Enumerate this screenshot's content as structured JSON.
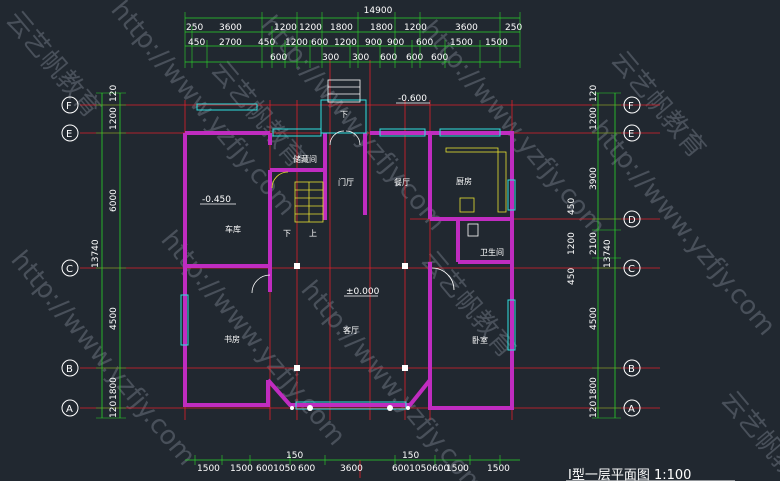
{
  "dims": {
    "total": "14900",
    "top1": [
      "250",
      "3600",
      "1200",
      "1200",
      "1800",
      "1800",
      "1200",
      "3600",
      "250"
    ],
    "top2": [
      "450",
      "2700",
      "450",
      "1200",
      "600",
      "1200",
      "900",
      "900",
      "600",
      "1500",
      "1500"
    ],
    "top3": [
      "600",
      "300",
      "300",
      "600",
      "600",
      "600"
    ],
    "bottom": [
      "1500",
      "1500",
      "6001050",
      "600",
      "3600",
      "6001050600",
      "1500",
      "1500"
    ],
    "bottom_small": [
      "150",
      "150"
    ],
    "left": [
      "120",
      "1200",
      "6000",
      "4500",
      "1800",
      "120"
    ],
    "left_total": "13740",
    "right": [
      "120",
      "1200",
      "3900",
      "450",
      "1200",
      "2100",
      "450",
      "4500",
      "1800",
      "120"
    ],
    "right_total": "13740"
  },
  "axes": [
    "F",
    "E",
    "D",
    "C",
    "B",
    "A"
  ],
  "rooms": {
    "garage": "车库",
    "storage": "储藏间",
    "foyer": "门厅",
    "dining": "餐厅",
    "kitchen": "厨房",
    "bathroom": "卫生间",
    "living": "客厅",
    "study": "书房",
    "bedroom": "卧室",
    "stair_down": "下",
    "stair_up": "上",
    "entry_down": "下"
  },
  "levels": {
    "top": "-0.600",
    "garage": "-0.450",
    "living": "±0.000"
  },
  "title": "I型一层平面图 1:100",
  "watermark": "http://www.yzfjy.com",
  "watermark_brand": "云艺帆教育",
  "colors": {
    "bg": "#212830",
    "wall": "#c02cc0",
    "axis_line": "#e0202a",
    "dim_line": "#2ad52a",
    "window": "#30e0e0",
    "fixture": "#e8e030",
    "text": "#ffffff"
  }
}
